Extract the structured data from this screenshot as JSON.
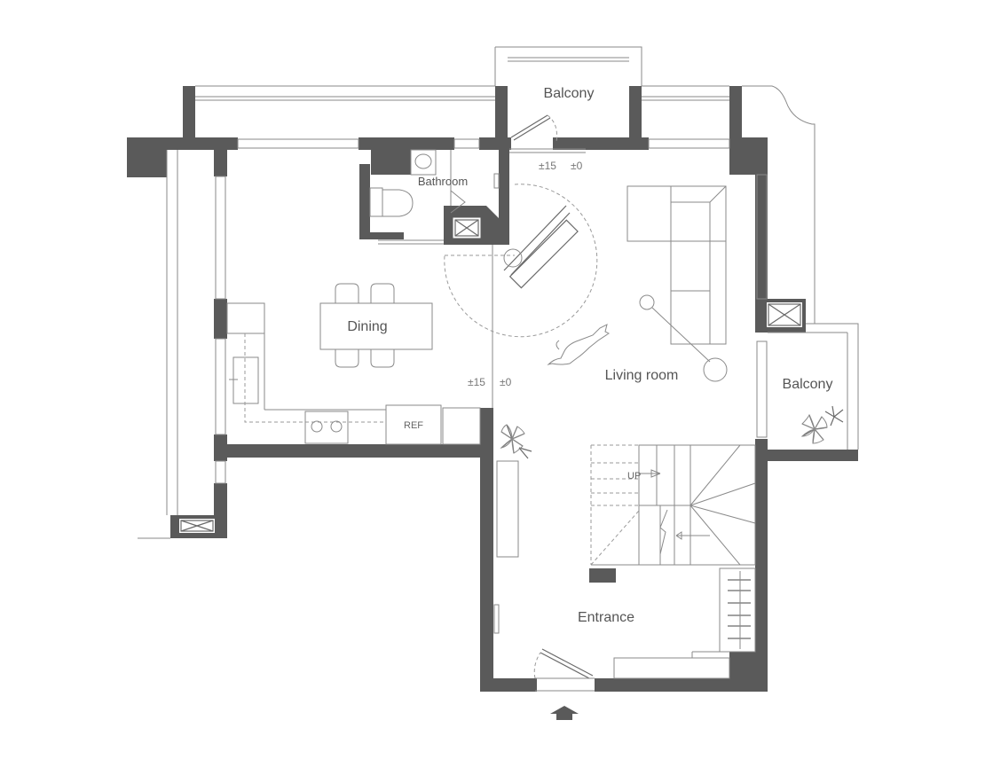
{
  "rooms": {
    "balcony_top": "Balcony",
    "bathroom": "Bathroom",
    "dining": "Dining",
    "living_room": "Living room",
    "balcony_right": "Balcony",
    "entrance": "Entrance"
  },
  "labels": {
    "ref": "REF",
    "up": "UP",
    "level_a_top": "±15",
    "level_b_top": "±0",
    "level_a_mid": "±15",
    "level_b_mid": "±0"
  },
  "colors": {
    "wall": "#5a5a5a",
    "line": "#8a8a8a"
  },
  "icons": [
    "entry-arrow-icon",
    "plant-icon",
    "cat-icon",
    "floor-lamp-icon",
    "toilet-icon",
    "sink-icon",
    "stove-icon"
  ]
}
